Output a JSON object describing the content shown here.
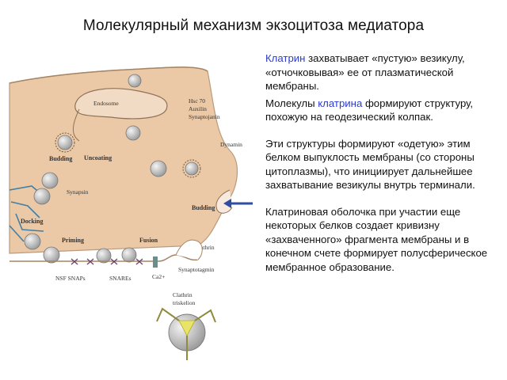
{
  "title": "Молекулярный механизм экзоцитоза медиатора",
  "text": {
    "p1_pre": "",
    "p1_hl": "Клатрин",
    "p1_post": " захватывает «пустую» везикулу, «отчочковывая» ее от плазматической мембраны.",
    "p2_pre": "Молекулы ",
    "p2_hl": "клатрина",
    "p2_post": " формируют структуру, похожую на геодезический колпак.",
    "p3": "Эти структуры формируют «одетую» этим белком выпуклость мембраны (со стороны цитоплазмы), что инициирует дальнейшее захватывание везикулы внутрь терминали.",
    "p4": "Клатриновая оболочка при участии еще некоторых белков создает кривизну «захваченного» фрагмента мембраны и в конечном счете формирует полусферическое мембранное образование."
  },
  "labels": {
    "endosome": "Endosome",
    "hsc70": "Hsc 70",
    "auxilin": "Auxilin",
    "synaptojanin": "Synaptojanin",
    "dynamin": "Dynamin",
    "uncoating": "Uncoating",
    "budding_top": "Budding",
    "synapsin": "Synapsin",
    "docking": "Docking",
    "budding_right": "Budding",
    "priming": "Priming",
    "fusion": "Fusion",
    "clathrin": "Clathrin",
    "nsf_snaps": "NSF SNAPs",
    "snares": "SNAREs",
    "ca": "Ca2+",
    "synaptotagmin": "Synaptotagmin",
    "triskelion_1": "Clathrin",
    "triskelion_2": "triskelion"
  },
  "colors": {
    "terminal_fill": "#ecc9a6",
    "vesicle": "#c8c8c8",
    "text_highlight": "#2a3bd1",
    "arrow": "#2f4ea3",
    "cytoskeleton": "#3f7fa8"
  },
  "icons": {
    "arrow": "right-pointing-arrow-icon"
  }
}
